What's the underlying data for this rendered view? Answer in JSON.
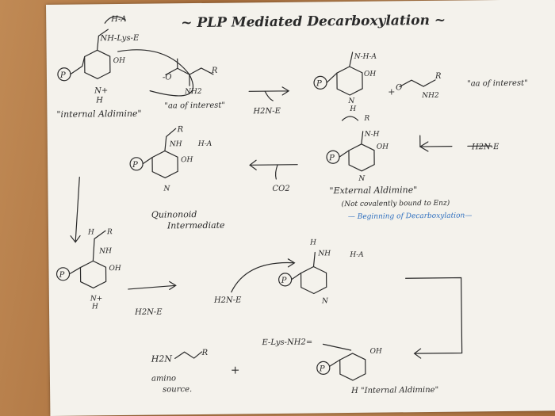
{
  "title": "~ PLP Mediated  Decarboxylation ~",
  "labels": {
    "internal_aldimine_1": "\"internal Aldimine\"",
    "aa_interest_1": "\"aa of interest\"",
    "enzyme_amine_1": "H2N-E",
    "aa_interest_2": "\"aa of interest\"",
    "enzyme_amine_2": "H2N-E",
    "quinonoid": "Quinonoid",
    "intermediate": "Intermediate",
    "co2": "CO2",
    "external_aldimine": "\"External Aldimine\"",
    "not_covalent": "(Not covalently bound to Enz)",
    "beginning": "— Beginning of Decarboxylation—",
    "enzyme_amine_3": "H2N-E",
    "enzyme_amine_4": "H2N-E",
    "product_amine": "H2N",
    "amino_source": "amino",
    "source": "source.",
    "plus": "+",
    "lys_enzyme": "E-Lys-NH2=",
    "internal_aldimine_2": "H \"Internal Aldimine\""
  }
}
